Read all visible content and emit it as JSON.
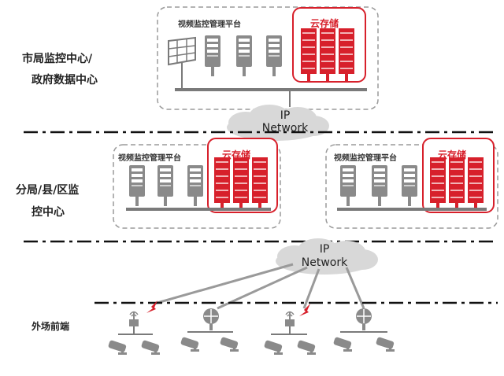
{
  "tiers": {
    "city": {
      "label_line1": "市局监控中心/",
      "label_line2": "政府数据中心"
    },
    "branch": {
      "label_line1": "分局/县/区监",
      "label_line2": "控中心"
    },
    "field": {
      "label": "外场前端"
    }
  },
  "platform_label": "视频监控管理平台",
  "cloud_storage_label": "云存储",
  "network": {
    "line1": "IP",
    "line2": "Network"
  },
  "colors": {
    "storage_red": "#d7202b",
    "server_gray": "#8a8a8a",
    "dashed_border": "#9a9a9a"
  }
}
